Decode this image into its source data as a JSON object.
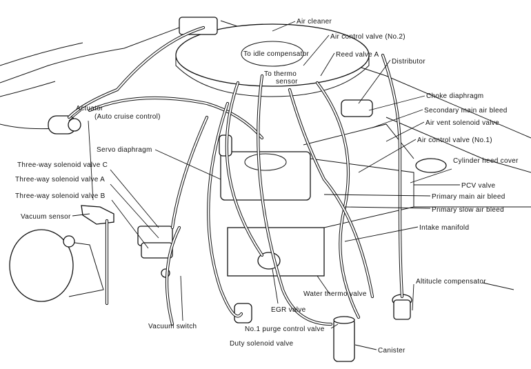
{
  "diagram": {
    "labels": {
      "air_cleaner": "Air cleaner",
      "air_control_valve_2": "Air control valve (No.2)",
      "to_idle_compensator": "To idle compensator",
      "reed_valve_a": "Reed valve A",
      "distributor": "Distributor",
      "to_thermo": "To thermo",
      "sensor": "sensor",
      "actuator": "Actuator",
      "auto_cruise_control": "(Auto cruise control)",
      "choke_diaphragm": "Choke diaphragm",
      "secondary_main_air_bleed": "Secondary main air bleed",
      "air_vent_solenoid_valve": "Air vent solenoid valve",
      "air_control_valve_1": "Air control valve (No.1)",
      "servo_diaphragm": "Servo diaphragm",
      "three_way_c": "Three-way solenoid valve C",
      "three_way_a": "Three-way solenoid valve A",
      "three_way_b": "Three-way solenoid valve B",
      "cylinder_heed_cover": "Cylinder heed cover",
      "pcv_valve": "PCV valve",
      "primary_main_air_bleed": "Primary main air bleed",
      "primary_slow_air_bleed": "Primary slow air bleed",
      "vacuum_sensor": "Vacuum sensor",
      "intake_manifold": "Intake manifold",
      "altitude_compensator": "Altitucle compensator",
      "water_thermo_valve": "Water thermo valve",
      "egr_valve": "EGR valve",
      "vacuum_switch": "Vacuum switch",
      "purge_control_valve": "No.1 purge control valve",
      "duty_solenoid_valve": "Duty solenoid valve",
      "canister": "Canister"
    }
  }
}
